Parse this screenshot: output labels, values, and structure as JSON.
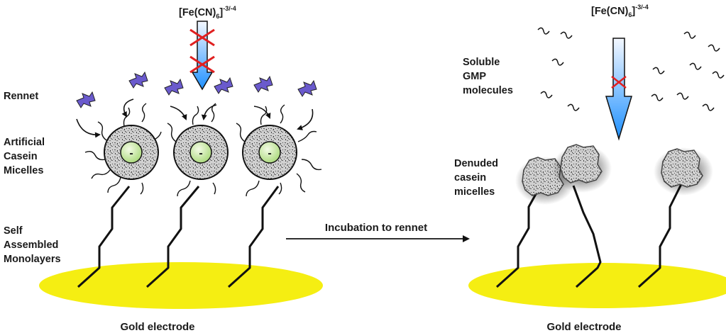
{
  "left_panel": {
    "ion_label": "[Fe(CN)",
    "ion_sub": "6",
    "ion_sup": "]",
    "ion_charge": "-3/-4",
    "rennet_label": "Rennet",
    "micelle_label": [
      "Artificial",
      "Casein",
      "Micelles"
    ],
    "sam_label": [
      "Self",
      "Assembled",
      "Monolayers"
    ],
    "electrode_label": "Gold electrode",
    "micelle_charge": "-"
  },
  "process": {
    "arrow_label": "Incubation to rennet"
  },
  "right_panel": {
    "ion_label": "[Fe(CN)",
    "ion_sub": "6",
    "ion_sup": "]",
    "ion_charge": "-3/-4",
    "gmp_label": [
      "Soluble",
      "GMP",
      "molecules"
    ],
    "denuded_label": [
      "Denuded",
      "casein",
      "micelles"
    ],
    "electrode_label": "Gold electrode"
  },
  "colors": {
    "gold": "#f5ee12",
    "rennet": "#6a5acd",
    "core": "#c8e8a0",
    "arrow_top": "#f4f8ff",
    "arrow_bottom": "#1e90ff",
    "block_mark": "#e02020"
  }
}
